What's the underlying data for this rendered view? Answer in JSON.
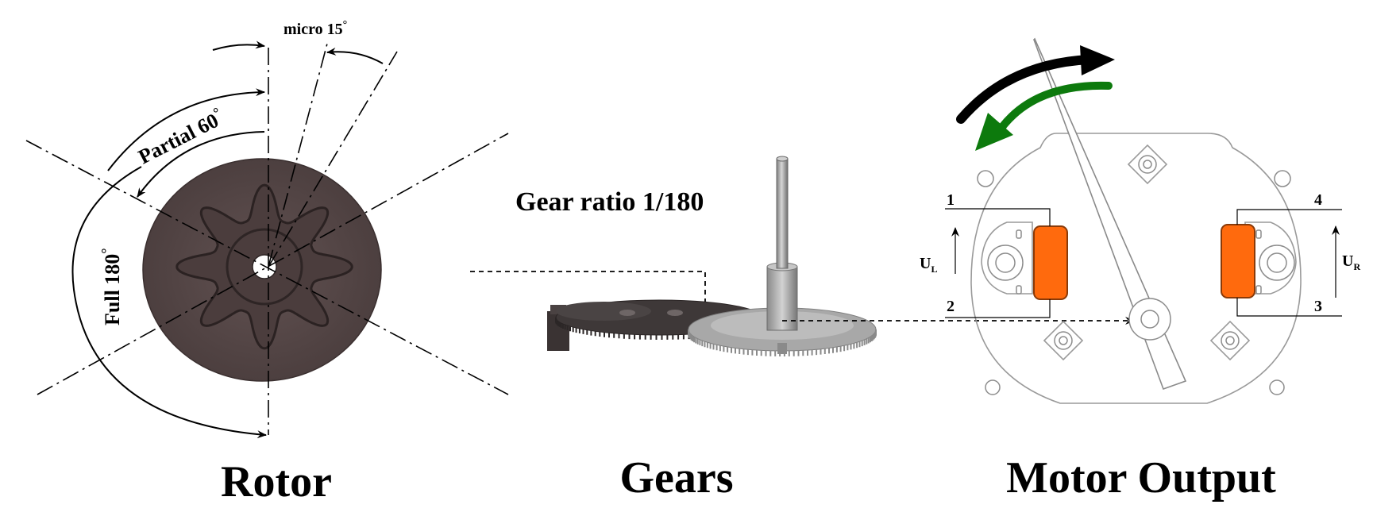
{
  "titles": {
    "rotor": "Rotor",
    "gears": "Gears",
    "motor_output": "Motor Output"
  },
  "rotor": {
    "angle_micro": "micro 15",
    "angle_partial": "Partial 60",
    "angle_full": "Full 180",
    "degree_symbol": "°"
  },
  "gears": {
    "gear_ratio": "Gear ratio 1/180"
  },
  "motor": {
    "terminals": [
      "1",
      "2",
      "3",
      "4"
    ],
    "voltage_left_main": "U",
    "voltage_left_sub": "L",
    "voltage_right_main": "U",
    "voltage_right_sub": "R"
  },
  "colors": {
    "rotor_disc": "#5a4a4a",
    "rotor_lobes": "#4a3c3c",
    "coil": "#ff6a0d",
    "arrow_cw": "#000000",
    "arrow_ccw": "#0d7a0d",
    "gear_dark": "#3e3838",
    "gear_light": "#a8a8a8"
  },
  "icons": {
    "rotation_cw": "curved-arrow-clockwise-icon",
    "rotation_ccw": "curved-arrow-counterclockwise-icon"
  }
}
